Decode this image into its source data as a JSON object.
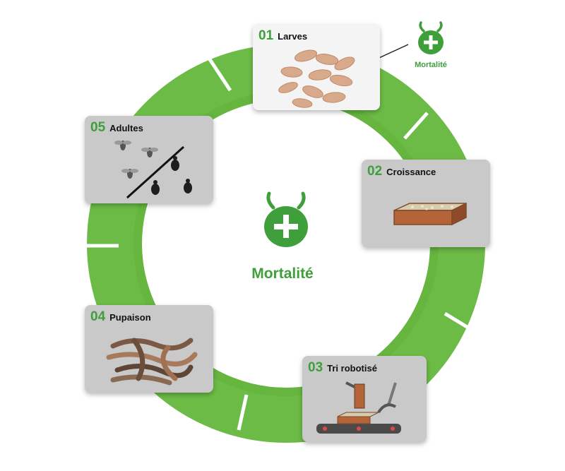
{
  "diagram": {
    "center_label": "Mortalité",
    "badge_label": "Mortalité",
    "colors": {
      "ring_green": "#6dbb47",
      "ring_green_inner": "#5fb139",
      "accent_green": "#3f9f3b",
      "card_light": "#f4f4f4",
      "card_grey": "#c9c9c9"
    },
    "stages": [
      {
        "number": "01",
        "label": "Larves"
      },
      {
        "number": "02",
        "label": "Croissance"
      },
      {
        "number": "03",
        "label": "Tri robotisé"
      },
      {
        "number": "04",
        "label": "Pupaison"
      },
      {
        "number": "05",
        "label": "Adultes"
      }
    ],
    "icons": {
      "center": "bug-cross-icon",
      "badge": "bug-cross-icon"
    }
  }
}
